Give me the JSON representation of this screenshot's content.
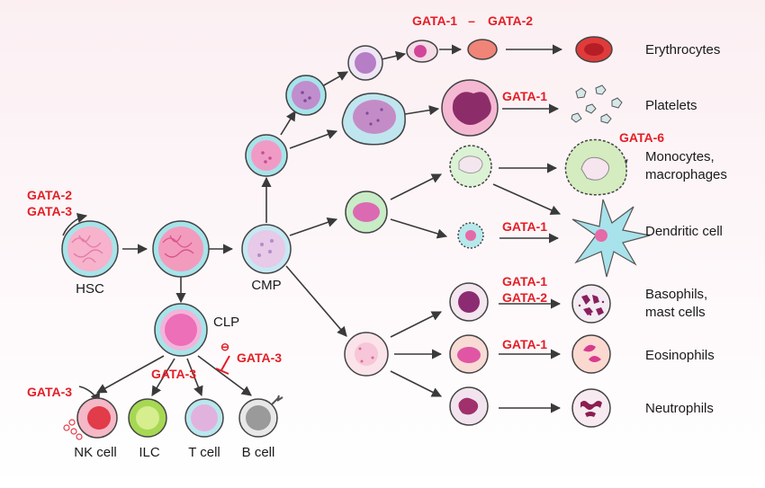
{
  "labels": {
    "hsc": "HSC",
    "cmp": "CMP",
    "clp": "CLP",
    "erythrocytes": "Erythrocytes",
    "platelets": "Platelets",
    "monocytes_l1": "Monocytes,",
    "monocytes_l2": "macrophages",
    "dendritic": "Dendritic cell",
    "basophils_l1": "Basophils,",
    "basophils_l2": "mast cells",
    "eosinophils": "Eosinophils",
    "neutrophils": "Neutrophils",
    "nk": "NK cell",
    "ilc": "ILC",
    "tcell": "T cell",
    "bcell": "B cell"
  },
  "factors": {
    "hsc_1": "GATA-2",
    "hsc_2": "GATA-3",
    "ery_1": "GATA-1",
    "ery_dash": "–",
    "ery_2": "GATA-2",
    "platelets": "GATA-1",
    "monocytes": "GATA-6",
    "dendritic": "GATA-1",
    "baso_1": "GATA-1",
    "baso_2": "GATA-2",
    "eosinophils": "GATA-1",
    "clp_inhib": "GATA-3",
    "nk": "GATA-3",
    "lymph": "GATA-3",
    "inhibit_symbol": "⊖"
  },
  "colors": {
    "factor_text": "#e41e26",
    "arrow": "#3a3a3a",
    "background_top": "#fbeff2"
  }
}
